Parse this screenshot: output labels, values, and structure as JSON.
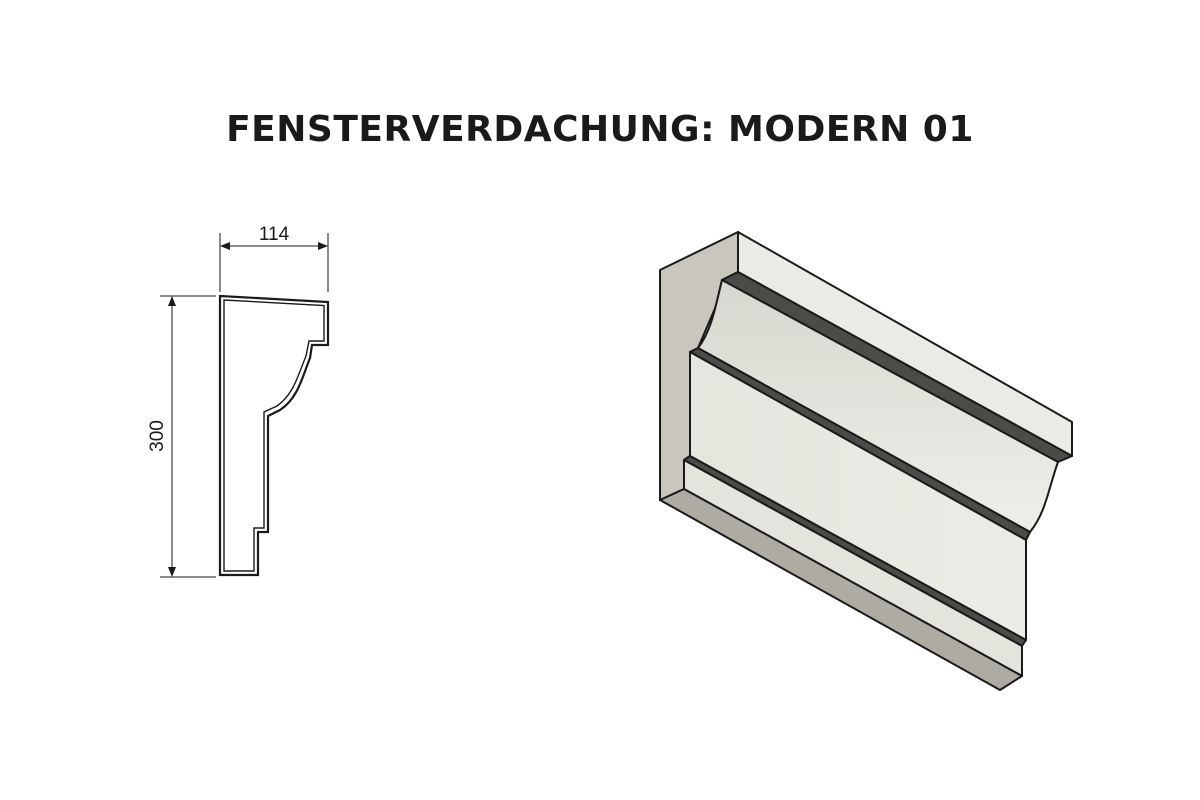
{
  "title": "FENSTERVERDACHUNG: MODERN 01",
  "profile_drawing": {
    "width_dimension": "114",
    "height_dimension": "300"
  },
  "colors": {
    "outline": "#1a1a1a",
    "face_light": "#e9e8e1",
    "face_mid": "#dcdbd3",
    "end_cap": "#c9c7be",
    "bottom_face": "#aeaca3",
    "groove": "#4a4945"
  }
}
